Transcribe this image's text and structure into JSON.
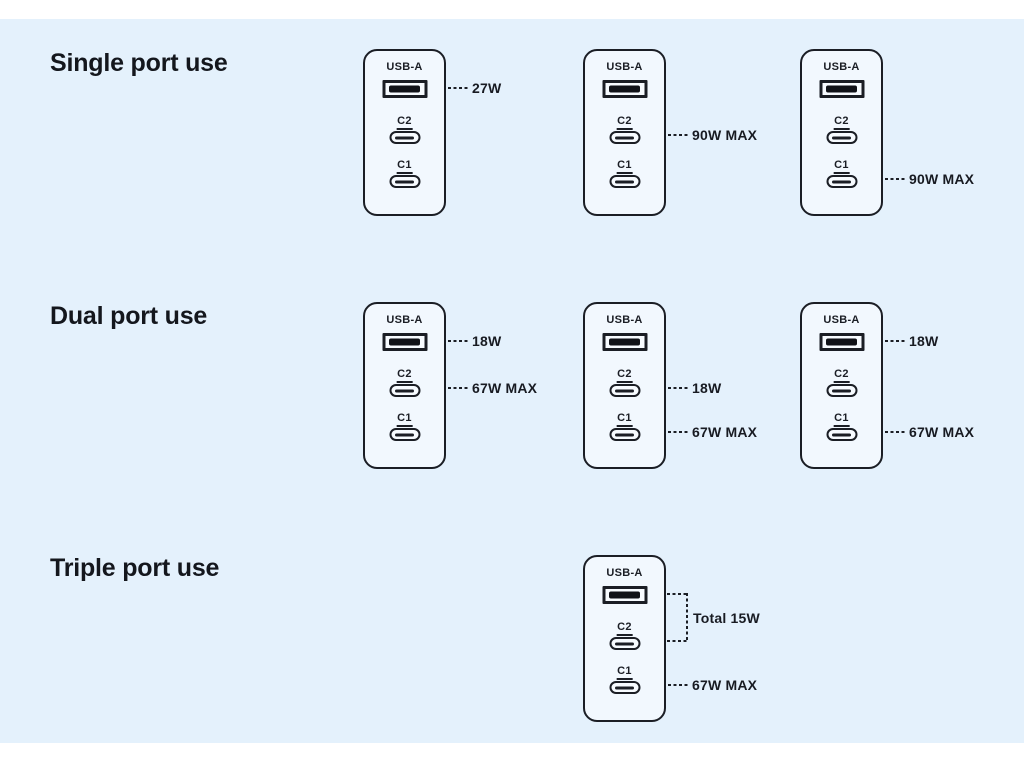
{
  "meta": {
    "background_color": "#e4f1fc",
    "outline_color": "#1b1e25",
    "charger_fill_color": "#f2f8fe"
  },
  "port_labels": {
    "usb_a": "USB-A",
    "c2": "C2",
    "c1": "C1"
  },
  "sections": [
    {
      "label": "Single port use",
      "chargers": [
        {
          "annotations": [
            {
              "port": "usb_a",
              "text": "27W"
            }
          ]
        },
        {
          "annotations": [
            {
              "port": "c2",
              "text": "90W MAX"
            }
          ]
        },
        {
          "annotations": [
            {
              "port": "c1",
              "text": "90W MAX"
            }
          ]
        }
      ]
    },
    {
      "label": "Dual port use",
      "chargers": [
        {
          "annotations": [
            {
              "port": "usb_a",
              "text": "18W"
            },
            {
              "port": "c2",
              "text": "67W MAX"
            }
          ]
        },
        {
          "annotations": [
            {
              "port": "c2",
              "text": "18W"
            },
            {
              "port": "c1",
              "text": "67W MAX"
            }
          ]
        },
        {
          "annotations": [
            {
              "port": "usb_a",
              "text": "18W"
            },
            {
              "port": "c1",
              "text": "67W MAX"
            }
          ]
        }
      ]
    },
    {
      "label": "Triple port use",
      "chargers": [
        {
          "annotations": [
            {
              "ports": "usb_a+c2",
              "text": "Total 15W",
              "style": "bracket"
            },
            {
              "port": "c1",
              "text": "67W MAX"
            }
          ]
        }
      ]
    }
  ]
}
